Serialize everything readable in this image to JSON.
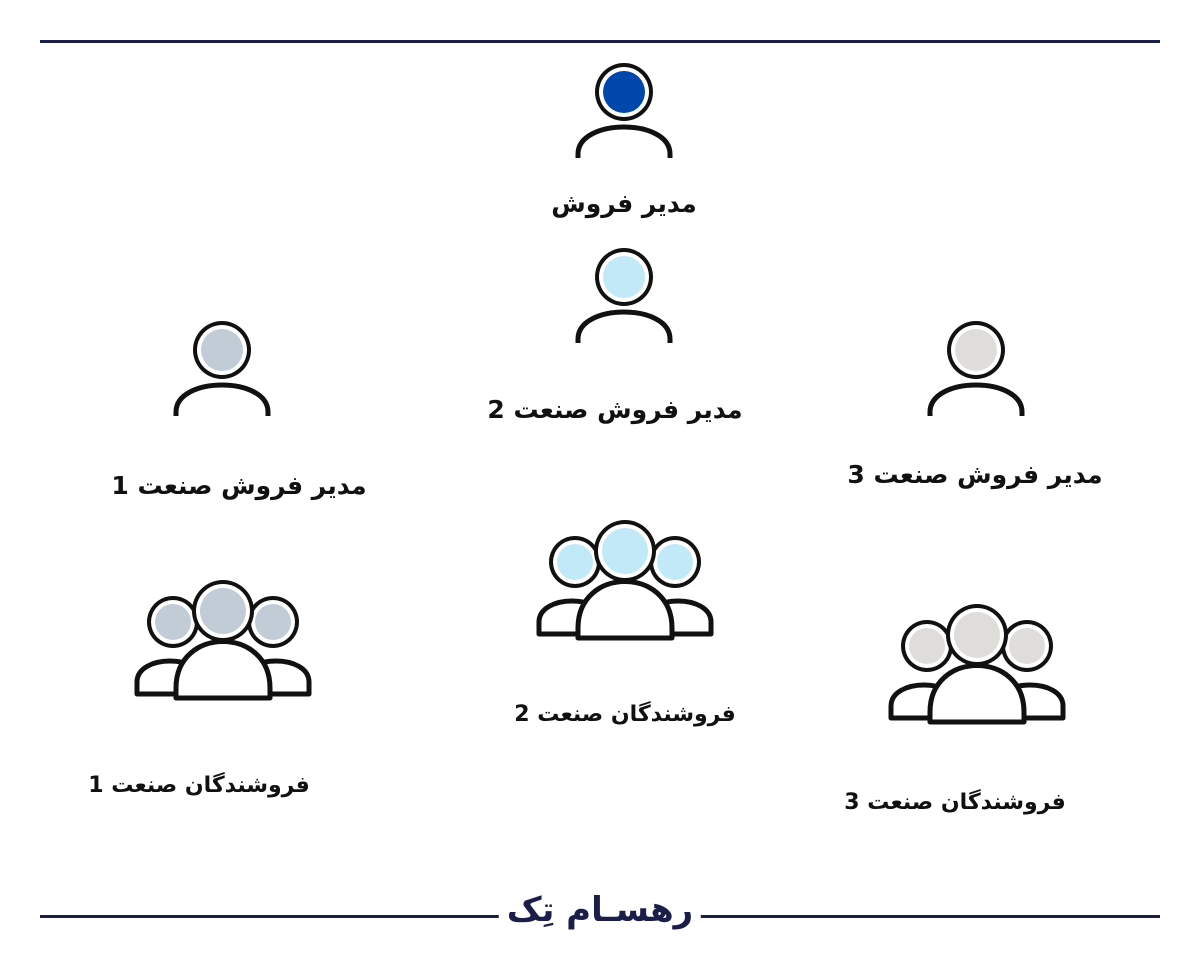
{
  "colors": {
    "line": "#1c1e4a",
    "outline": "#111111",
    "manager_head": "#0047ab",
    "industry1": "#c1ccd6",
    "industry2": "#c2e9f7",
    "industry3": "#deddd9"
  },
  "nodes": {
    "sales_manager": {
      "label": "مدیر فروش",
      "icon": "person-icon"
    },
    "industry1_manager": {
      "label": "مدیر فروش صنعت 1",
      "icon": "person-icon"
    },
    "industry2_manager": {
      "label": "مدیر فروش صنعت 2",
      "icon": "person-icon"
    },
    "industry3_manager": {
      "label": "مدیر فروش صنعت 3",
      "icon": "person-icon"
    },
    "industry1_sellers": {
      "label": "فروشندگان صنعت 1",
      "icon": "group-icon"
    },
    "industry2_sellers": {
      "label": "فروشندگان صنعت 2",
      "icon": "group-icon"
    },
    "industry3_sellers": {
      "label": "فروشندگان صنعت 3",
      "icon": "group-icon"
    }
  },
  "footer": {
    "logo_text": "رهسـام تِک"
  }
}
